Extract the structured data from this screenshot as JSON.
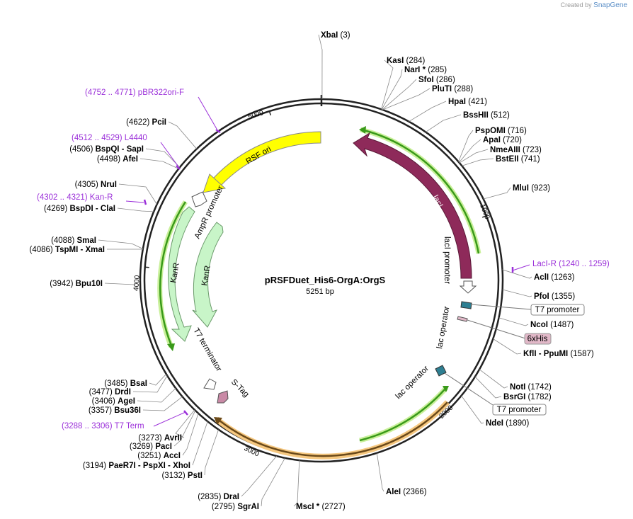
{
  "credit": {
    "prefix": "Created by",
    "brand": "SnapGene"
  },
  "plasmid": {
    "name": "pRSFDuet_His6-OrgA:OrgS",
    "length": "5251 bp"
  },
  "ticks": [
    "1000",
    "2000",
    "3000",
    "4000",
    "5000"
  ],
  "sites": [
    {
      "name": "XbaI",
      "pos": "(3)"
    },
    {
      "name": "KasI",
      "pos": "(284)"
    },
    {
      "name": "NarI *",
      "pos": "(285)"
    },
    {
      "name": "SfoI",
      "pos": "(286)"
    },
    {
      "name": "PluTI",
      "pos": "(288)"
    },
    {
      "name": "HpaI",
      "pos": "(421)"
    },
    {
      "name": "BssHII",
      "pos": "(512)"
    },
    {
      "name": "PspOMI",
      "pos": "(716)"
    },
    {
      "name": "ApaI",
      "pos": "(720)"
    },
    {
      "name": "NmeAIII",
      "pos": "(723)"
    },
    {
      "name": "BstEII",
      "pos": "(741)"
    },
    {
      "name": "MluI",
      "pos": "(923)"
    },
    {
      "name": "AclI",
      "pos": "(1263)"
    },
    {
      "name": "PfoI",
      "pos": "(1355)"
    },
    {
      "name": "NcoI",
      "pos": "(1487)"
    },
    {
      "name": "KflI  -  PpuMI",
      "pos": "(1587)"
    },
    {
      "name": "NotI",
      "pos": "(1742)"
    },
    {
      "name": "BsrGI",
      "pos": "(1782)"
    },
    {
      "name": "NdeI",
      "pos": "(1890)"
    },
    {
      "name": "AleI",
      "pos": "(2366)"
    },
    {
      "name": "MscI *",
      "pos": "(2727)"
    },
    {
      "name": "SgrAI",
      "pos": "(2795)"
    },
    {
      "name": "DraI",
      "pos": "(2835)"
    },
    {
      "name": "PstI",
      "pos": "(3132)"
    },
    {
      "name": "PaeR7I  -  PspXI  -  XhoI",
      "pos": "(3194)"
    },
    {
      "name": "AccI",
      "pos": "(3251)"
    },
    {
      "name": "PacI",
      "pos": "(3269)"
    },
    {
      "name": "AvrII",
      "pos": "(3273)"
    },
    {
      "name": "Bsu36I",
      "pos": "(3357)"
    },
    {
      "name": "AgeI",
      "pos": "(3406)"
    },
    {
      "name": "DrdI",
      "pos": "(3477)"
    },
    {
      "name": "BsaI",
      "pos": "(3485)"
    },
    {
      "name": "Bpu10I",
      "pos": "(3942)"
    },
    {
      "name": "TspMI  -  XmaI",
      "pos": "(4086)"
    },
    {
      "name": "SmaI",
      "pos": "(4088)"
    },
    {
      "name": "BspDI  -  ClaI",
      "pos": "(4269)"
    },
    {
      "name": "NruI",
      "pos": "(4305)"
    },
    {
      "name": "AfeI",
      "pos": "(4498)"
    },
    {
      "name": "BspQI  -  SapI",
      "pos": "(4506)"
    },
    {
      "name": "PciI",
      "pos": "(4622)"
    }
  ],
  "primers": [
    {
      "label": "(4752 .. 4771)  pBR322ori-F"
    },
    {
      "label": "(4512 .. 4529)  L4440"
    },
    {
      "label": "(4302 .. 4321)  Kan-R"
    },
    {
      "label": "LacI-R   (1240 .. 1259)"
    },
    {
      "label": "(3288 .. 3306)  T7 Term"
    }
  ],
  "features": {
    "lacI": "lacI",
    "lacI_promoter": "lacI promoter",
    "lac_operator_1": "lac operator",
    "lac_operator_2": "lac operator",
    "rsf_ori": "RSF ori",
    "ampr_promoter": "AmpR promoter",
    "kanr_1": "KanR",
    "kanr_2": "KanR",
    "t7_terminator": "T7 terminator",
    "s_tag": "S-Tag"
  },
  "boxed_labels": {
    "t7_promoter_1": "T7 promoter",
    "his6": "6xHis",
    "t7_promoter_2": "T7 promoter"
  },
  "colors": {
    "backbone": "#222222",
    "lacI": "#8e2a5a",
    "rsf_ori": "#ffff00",
    "kanr": "#c8f5c8",
    "orf_arrow": "#3a9a1a",
    "orf_glow": "#c9f09a",
    "orange_glow": "#f6c880",
    "primer": "#9b30d9",
    "t7_promoter_box": "#2e7f92",
    "his_tag": "#e1b8c8",
    "s_tag": "#c98aa6",
    "promoter_arrow": "#ffffff"
  }
}
